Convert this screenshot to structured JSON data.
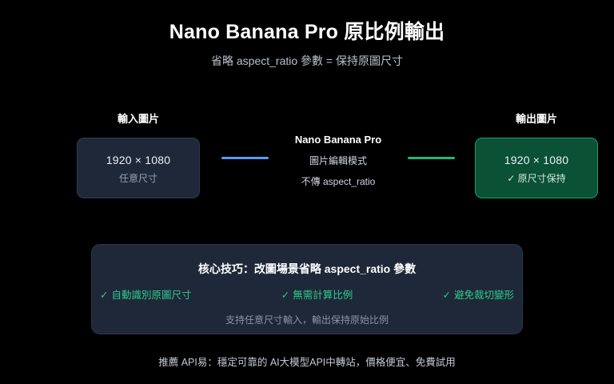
{
  "header": {
    "title": "Nano Banana Pro 原比例輸出",
    "subtitle": "省略 aspect_ratio 參數 = 保持原圖尺寸"
  },
  "flow": {
    "input": {
      "label": "輸入圖片",
      "dimension": "1920 × 1080",
      "note": "任意尺寸"
    },
    "center": {
      "title": "Nano Banana Pro",
      "line1": "圖片編輯模式",
      "line2": "不傳 aspect_ratio"
    },
    "output": {
      "label": "輸出圖片",
      "dimension": "1920 × 1080",
      "note": "✓ 原尺寸保持"
    },
    "connectors": {
      "input_to_center_color": "#5b9bf3",
      "center_to_output_color": "#22b77a"
    }
  },
  "tip_panel": {
    "title": "核心技巧：改圖場景省略 aspect_ratio 參數",
    "check_glyph": "✓",
    "items": [
      "自動識別原圖尺寸",
      "無需計算比例",
      "避免裁切變形"
    ],
    "note": "支持任意尺寸輸入，輸出保持原始比例"
  },
  "footer": {
    "text": "推薦 API易：穩定可靠的 AI大模型API中轉站，價格便宜、免費試用"
  },
  "colors": {
    "background": "#000000",
    "card_dark": "#1e2839",
    "card_green": "#0a5136",
    "accent_green": "#2ecb8d",
    "accent_blue": "#5b9bf3"
  }
}
